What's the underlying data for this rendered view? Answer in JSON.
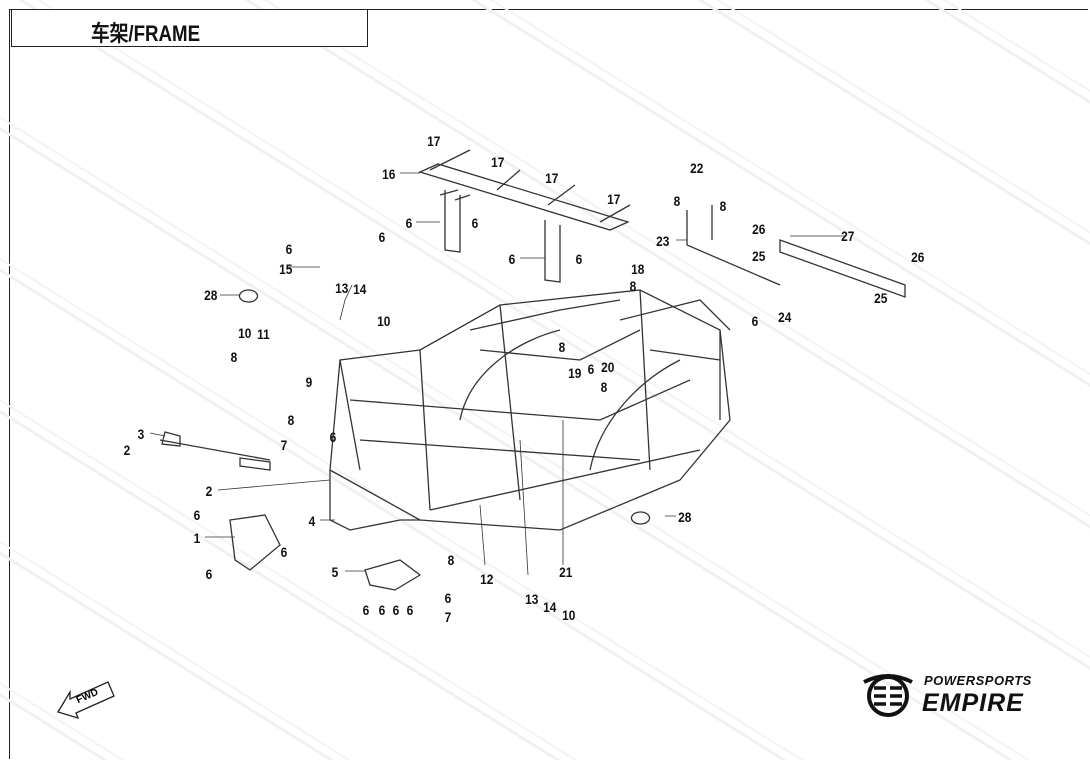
{
  "header": {
    "title": "车架/FRAME"
  },
  "watermark": "POWERSPORTS EMPIRE",
  "logo": {
    "line1": "POWERSPORTS",
    "line2": "EMPIRE"
  },
  "fwd_label": "FWD",
  "callouts": [
    "17",
    "17",
    "17",
    "17",
    "16",
    "6",
    "6",
    "6",
    "6",
    "15",
    "6",
    "6",
    "18",
    "8",
    "22",
    "8",
    "8",
    "23",
    "26",
    "27",
    "25",
    "26",
    "25",
    "24",
    "6",
    "28",
    "13",
    "14",
    "10",
    "10",
    "11",
    "8",
    "8",
    "19",
    "6",
    "20",
    "8",
    "9",
    "8",
    "3",
    "2",
    "7",
    "6",
    "2",
    "6",
    "4",
    "1",
    "6",
    "6",
    "5",
    "8",
    "12",
    "21",
    "13",
    "14",
    "10",
    "6",
    "7",
    "6",
    "6",
    "6",
    "6",
    "28"
  ]
}
